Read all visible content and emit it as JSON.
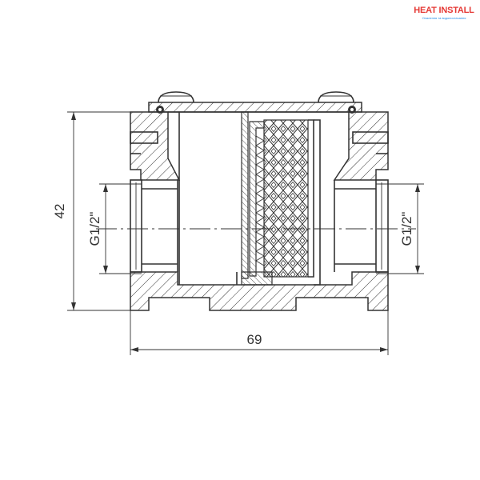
{
  "logo": {
    "brand": "HEAT INSTALL",
    "tagline": "Опалення та водопостачання"
  },
  "dimensions": {
    "overall_height": "42",
    "overall_length": "69",
    "thread_left": "G1/2\"",
    "thread_right": "G1/2\""
  },
  "colors": {
    "line": "#333333",
    "brand_red": "#e53935",
    "brand_blue": "#1e88e5"
  }
}
